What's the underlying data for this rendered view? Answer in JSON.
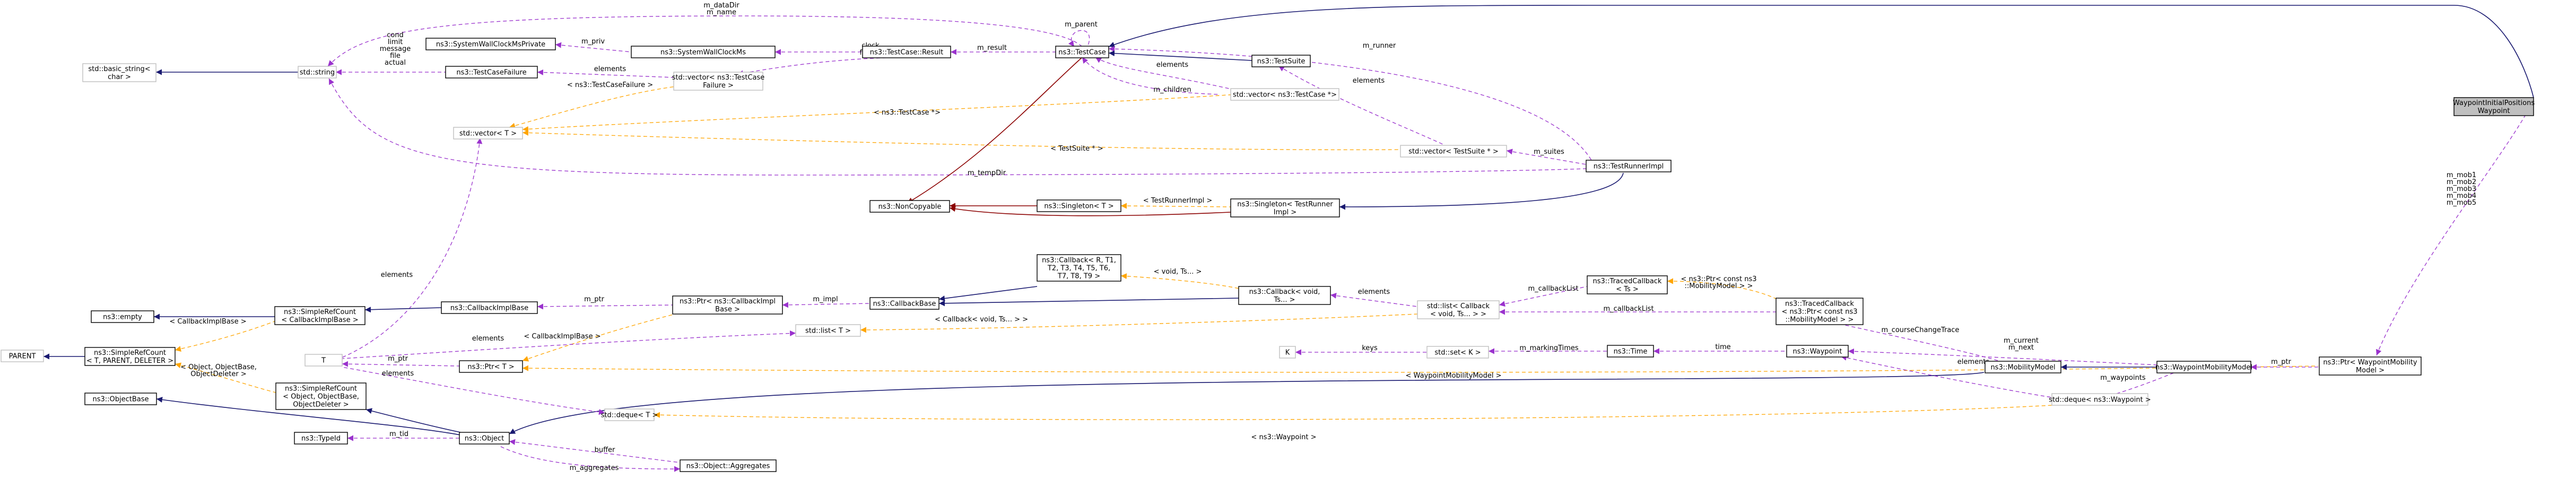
{
  "nodes": {
    "waypoint_initial": [
      "WaypointInitialPositions",
      "Waypoint"
    ],
    "basic_string": [
      "std::basic_string<",
      "char >"
    ],
    "std_string": [
      "std::string"
    ],
    "sys_wall_private": [
      "ns3::SystemWallClockMsPrivate"
    ],
    "sys_wall": [
      "ns3::SystemWallClockMs"
    ],
    "testcase_failure": [
      "ns3::TestCaseFailure"
    ],
    "vector_failure": [
      "std::vector< ns3::TestCase",
      "Failure >"
    ],
    "testcase_result": [
      "ns3::TestCase::Result"
    ],
    "testcase": [
      "ns3::TestCase"
    ],
    "testsuite": [
      "ns3::TestSuite"
    ],
    "vector_testcase_ptr": [
      "std::vector< ns3::TestCase *>"
    ],
    "vector_t": [
      "std::vector< T >"
    ],
    "vector_testsuite_ptr": [
      "std::vector< TestSuite * >"
    ],
    "testrunner_impl": [
      "ns3::TestRunnerImpl"
    ],
    "noncopyable": [
      "ns3::NonCopyable"
    ],
    "singleton_t": [
      "ns3::Singleton< T >"
    ],
    "singleton_runner": [
      "ns3::Singleton< TestRunner",
      "Impl >"
    ],
    "empty": [
      "ns3::empty"
    ],
    "simplerefcount_cb": [
      "ns3::SimpleRefCount",
      "< CallbackImplBase >"
    ],
    "callback_impl_base": [
      "ns3::CallbackImplBase"
    ],
    "ptr_callback_impl": [
      "ns3::Ptr< ns3::CallbackImpl",
      "Base >"
    ],
    "callback_base": [
      "ns3::CallbackBase"
    ],
    "callback_9": [
      "ns3::Callback< R, T1,",
      "T2, T3, T4, T5, T6,",
      "T7, T8, T9 >"
    ],
    "callback_void": [
      "ns3::Callback< void,",
      "Ts... >"
    ],
    "list_callback": [
      "std::list< Callback",
      "< void, Ts... > >"
    ],
    "traced_callback_t": [
      "ns3::TracedCallback",
      "< Ts >"
    ],
    "traced_callback_mm": [
      "ns3::TracedCallback",
      "< ns3::Ptr< const ns3",
      "::MobilityModel > >"
    ],
    "parent": [
      "PARENT"
    ],
    "simplerefcount_tpd": [
      "ns3::SimpleRefCount",
      "< T, PARENT, DELETER >"
    ],
    "objectbase": [
      "ns3::ObjectBase"
    ],
    "simplerefcount_obj": [
      "ns3::SimpleRefCount",
      "< Object, ObjectBase,",
      "ObjectDeleter >"
    ],
    "t_node": [
      "T"
    ],
    "ptr_t": [
      "ns3::Ptr< T >"
    ],
    "list_t": [
      "std::list< T >"
    ],
    "typeid": [
      "ns3::TypeId"
    ],
    "object": [
      "ns3::Object"
    ],
    "deque_t": [
      "std::deque< T >"
    ],
    "aggregates": [
      "ns3::Object::Aggregates"
    ],
    "k_node": [
      "K"
    ],
    "set_k": [
      "std::set< K >"
    ],
    "time": [
      "ns3::Time"
    ],
    "waypoint": [
      "ns3::Waypoint"
    ],
    "mobility_model": [
      "ns3::MobilityModel"
    ],
    "deque_waypoint": [
      "std::deque< ns3::Waypoint >"
    ],
    "waypoint_mm": [
      "ns3::WaypointMobilityModel"
    ],
    "ptr_waypoint_mm": [
      "ns3::Ptr< WaypointMobility",
      "Model >"
    ]
  },
  "edge_labels": {
    "m_dataDir_name": [
      "m_dataDir",
      "m_name"
    ],
    "m_parent": [
      "m_parent"
    ],
    "m_runner": [
      "m_runner"
    ],
    "m_priv": [
      "m_priv"
    ],
    "clock_failure": [
      "clock",
      "failure"
    ],
    "m_result": [
      "m_result"
    ],
    "cond_group": [
      "cond",
      "limit",
      "message",
      "file",
      "actual"
    ],
    "elements_fail": [
      "elements"
    ],
    "lt_testcasefailure": [
      "< ns3::TestCaseFailure >"
    ],
    "elements_tc": [
      "elements"
    ],
    "m_children": [
      "m_children"
    ],
    "elements_ts": [
      "elements"
    ],
    "lt_testcase_ptr": [
      "< ns3::TestCase *>"
    ],
    "lt_testsuite_ptr": [
      "< TestSuite * >"
    ],
    "m_suites": [
      "m_suites"
    ],
    "m_tempDir": [
      "m_tempDir"
    ],
    "lt_testrunnerimpl": [
      "< TestRunnerImpl >"
    ],
    "elements_vt": [
      "elements"
    ],
    "m_mob_group": [
      "m_mob1",
      "m_mob2",
      "m_mob3",
      "m_mob4",
      "m_mob5"
    ],
    "lt_void_ts": [
      "< void, Ts... >"
    ],
    "elements_lc": [
      "elements"
    ],
    "m_callbacklist1": [
      "m_callbackList"
    ],
    "lt_ptr_const_mm": [
      "< ns3::Ptr< const ns3",
      "::MobilityModel > >"
    ],
    "m_callbacklist2": [
      "m_callbackList"
    ],
    "m_ptr_cb": [
      "m_ptr"
    ],
    "m_impl": [
      "m_impl"
    ],
    "lt_callbackimplbase_sr": [
      "< CallbackImplBase >"
    ],
    "lt_callback_void_ts": [
      "< Callback< void, Ts... > >"
    ],
    "lt_object_group": [
      "< Object, ObjectBase,",
      "ObjectDeleter >"
    ],
    "lt_callbackimplbase_ptr": [
      "< CallbackImplBase >"
    ],
    "elements_lt": [
      "elements"
    ],
    "m_ptr_t": [
      "m_ptr"
    ],
    "elements_dq": [
      "elements"
    ],
    "m_courseChangeTrace": [
      "m_courseChangeTrace"
    ],
    "m_current_next": [
      "m_current",
      "m_next"
    ],
    "keys": [
      "keys"
    ],
    "m_markingTimes": [
      "m_markingTimes"
    ],
    "time_lbl": [
      "time"
    ],
    "elements_wp": [
      "elements"
    ],
    "m_waypoints": [
      "m_waypoints"
    ],
    "m_ptr_wmm": [
      "m_ptr"
    ],
    "lt_wmm": [
      "< WaypointMobilityModel >"
    ],
    "m_tid": [
      "m_tid"
    ],
    "buffer": [
      "buffer"
    ],
    "m_aggregates": [
      "m_aggregates"
    ],
    "lt_waypoint": [
      "< ns3::Waypoint >"
    ]
  },
  "colors": {
    "inheritance": "#191970",
    "usage": "#9a32cd",
    "template": "#ffa500",
    "private_inheritance": "#8b0000",
    "focus_fill": "#bfbfbf",
    "undocumented_border": "#bfbfbf"
  }
}
